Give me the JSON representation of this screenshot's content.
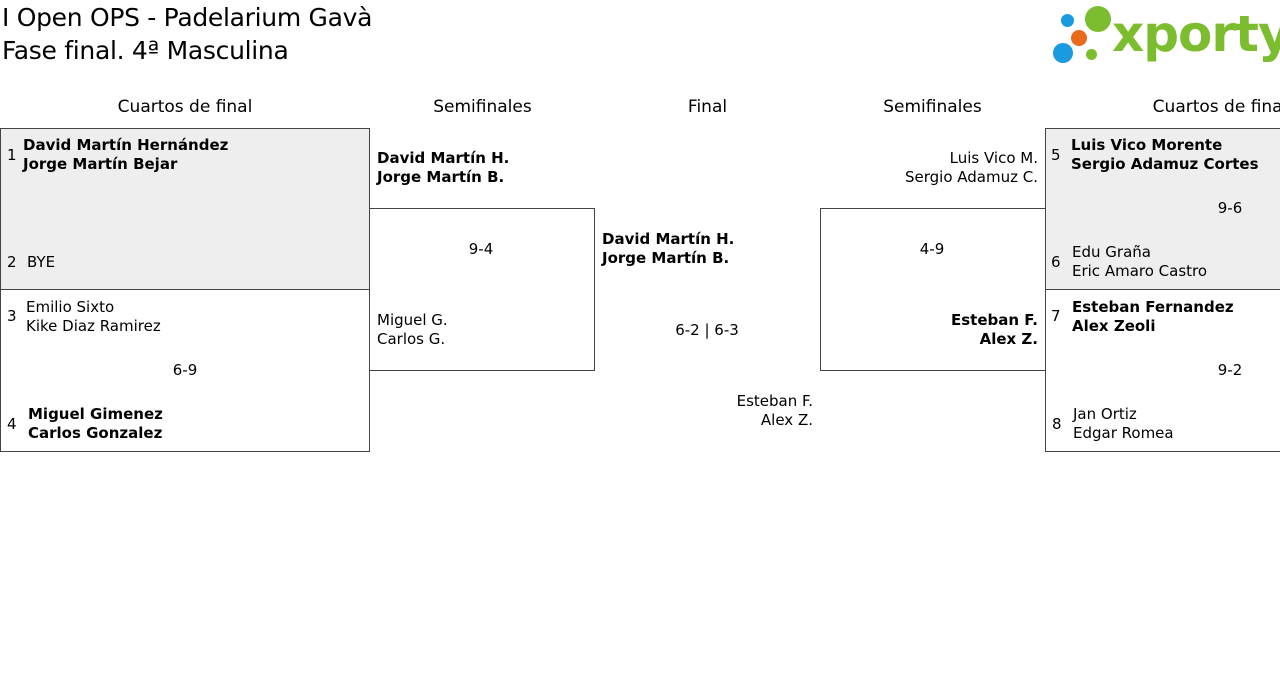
{
  "header": {
    "title": "I Open OPS - Padelarium Gavà",
    "subtitle": "Fase final. 4ª Masculina"
  },
  "logo": {
    "text": "xporty",
    "colors": {
      "green": "#7cbd2f",
      "blue": "#1a9be0",
      "orange": "#e86a1a"
    }
  },
  "rounds": {
    "qf_left": "Cuartos de final",
    "sf_left": "Semifinales",
    "final": "Final",
    "sf_right": "Semifinales",
    "qf_right": "Cuartos de final"
  },
  "qf": {
    "m1": {
      "s1": "1",
      "p1a": "David Martín Hernández",
      "p1b": "Jorge Martín Bejar",
      "s2": "2",
      "p2a": "BYE",
      "score": ""
    },
    "m2": {
      "s1": "3",
      "p1a": "Emilio Sixto",
      "p1b": "Kike Diaz Ramirez",
      "s2": "4",
      "p2a": "Miguel Gimenez",
      "p2b": "Carlos Gonzalez",
      "score": "6-9"
    },
    "m3": {
      "s1": "5",
      "p1a": "Luis Vico Morente",
      "p1b": "Sergio Adamuz Cortes",
      "s2": "6",
      "p2a": "Edu Graña",
      "p2b": "Eric Amaro Castro",
      "score": "9-6"
    },
    "m4": {
      "s1": "7",
      "p1a": "Esteban Fernandez",
      "p1b": "Alex Zeoli",
      "s2": "8",
      "p2a": "Jan Ortiz",
      "p2b": "Edgar Romea",
      "score": "9-2"
    }
  },
  "sf": {
    "left": {
      "t1a": "David Martín H.",
      "t1b": "Jorge Martín B.",
      "score": "9-4",
      "t2a": "Miguel G.",
      "t2b": "Carlos G."
    },
    "right": {
      "t1a": "Luis Vico M.",
      "t1b": "Sergio Adamuz C.",
      "score": "4-9",
      "t2a": "Esteban F.",
      "t2b": "Alex Z."
    }
  },
  "final": {
    "t1a": "David Martín H.",
    "t1b": "Jorge Martín B.",
    "score": "6-2 | 6-3",
    "t2a": "Esteban F.",
    "t2b": "Alex Z."
  }
}
